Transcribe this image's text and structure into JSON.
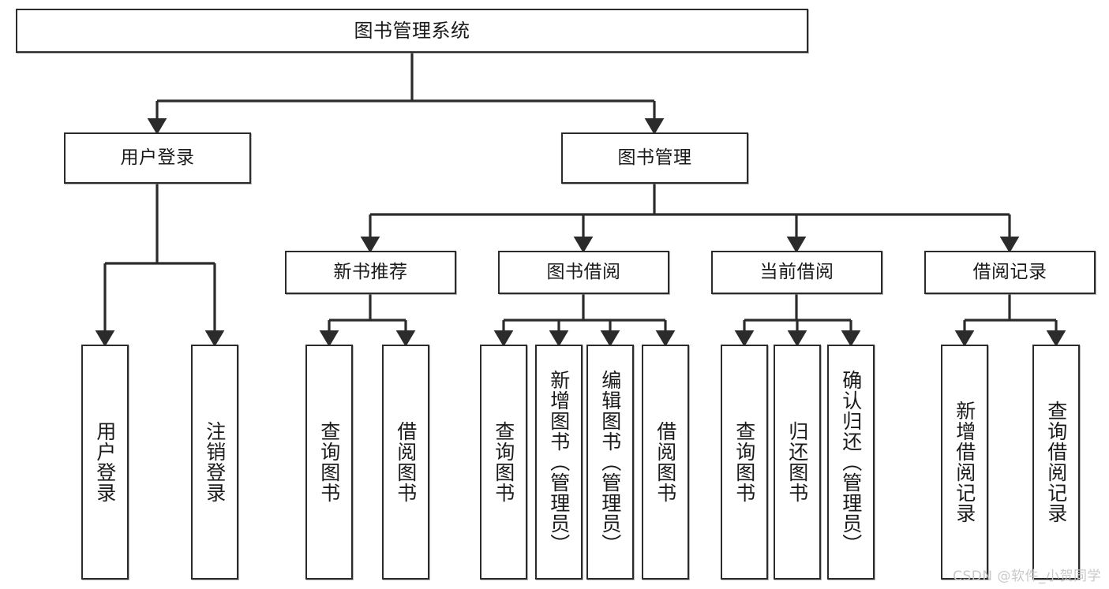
{
  "diagram": {
    "title": "图书管理系统",
    "type": "hierarchy-tree",
    "style": {
      "box_border_color": "#2b2b2b",
      "box_fill_color": "#ffffff",
      "connector_color": "#2b2b2b",
      "background_color": "#ffffff",
      "watermark_color": "#c9c9c9"
    },
    "levels": {
      "level1": [
        {
          "id": "root",
          "label": "图书管理系统"
        }
      ],
      "level2": [
        {
          "id": "user-login",
          "label": "用户登录"
        },
        {
          "id": "book-manage",
          "label": "图书管理"
        }
      ],
      "level3": [
        {
          "id": "new-book-recommend",
          "label": "新书推荐",
          "parent": "book-manage"
        },
        {
          "id": "book-borrow",
          "label": "图书借阅",
          "parent": "book-manage"
        },
        {
          "id": "current-borrow",
          "label": "当前借阅",
          "parent": "book-manage"
        },
        {
          "id": "borrow-record",
          "label": "借阅记录",
          "parent": "book-manage"
        }
      ],
      "leaves": {
        "user-login": [
          {
            "id": "leaf-user-login",
            "label": "用户登录"
          },
          {
            "id": "leaf-user-logout",
            "label": "注销登录"
          }
        ],
        "new-book-recommend": [
          {
            "id": "leaf-query-book-1",
            "label": "查询图书"
          },
          {
            "id": "leaf-borrow-book-1",
            "label": "借阅图书"
          }
        ],
        "book-borrow": [
          {
            "id": "leaf-query-book-2",
            "label": "查询图书"
          },
          {
            "id": "leaf-add-book",
            "label": "新增图书（管理员）"
          },
          {
            "id": "leaf-edit-book",
            "label": "编辑图书（管理员）"
          },
          {
            "id": "leaf-borrow-book-2",
            "label": "借阅图书"
          }
        ],
        "current-borrow": [
          {
            "id": "leaf-query-book-3",
            "label": "查询图书"
          },
          {
            "id": "leaf-return-book",
            "label": "归还图书"
          },
          {
            "id": "leaf-confirm-return",
            "label": "确认归还（管理员）"
          }
        ],
        "borrow-record": [
          {
            "id": "leaf-add-record",
            "label": "新增借阅记录"
          },
          {
            "id": "leaf-query-record",
            "label": "查询借阅记录"
          }
        ]
      }
    },
    "watermark": "CSDN @软件_小贺同学"
  }
}
